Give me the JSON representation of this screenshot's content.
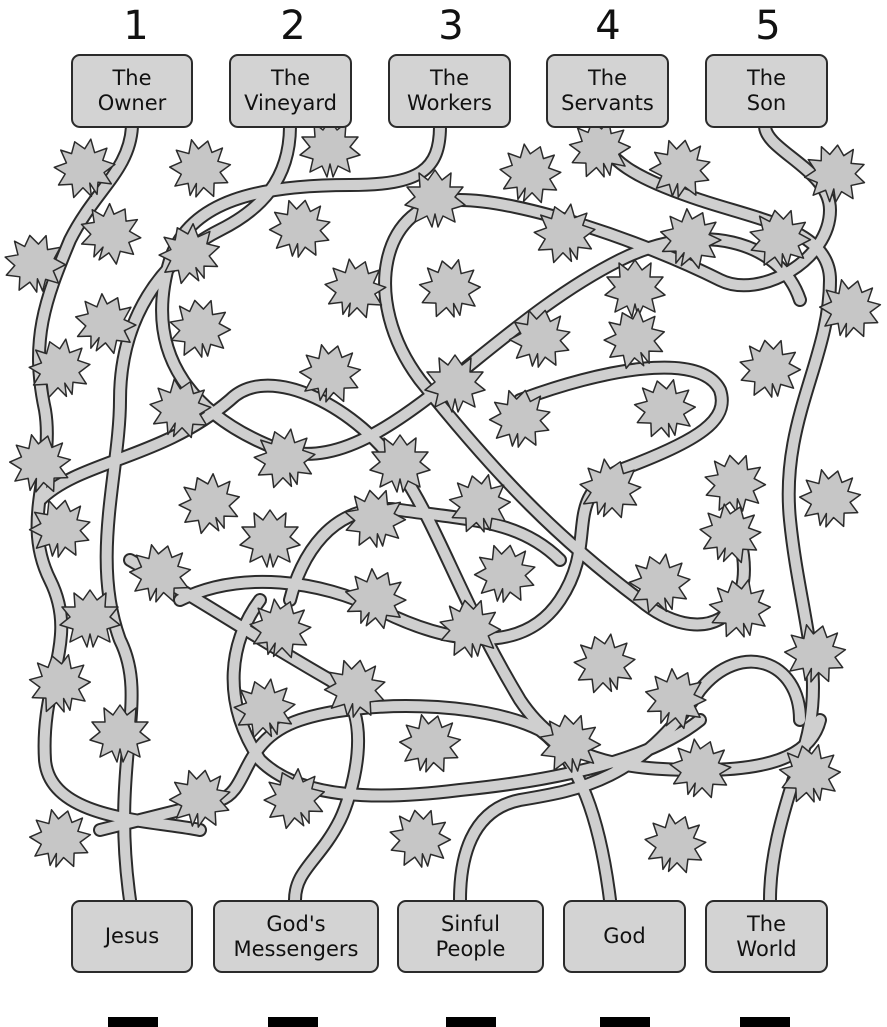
{
  "numbers": [
    "1",
    "2",
    "3",
    "4",
    "5"
  ],
  "top_labels": [
    "The\nOwner",
    "The\nVineyard",
    "The\nWorkers",
    "The\nServants",
    "The\nSon"
  ],
  "bottom_labels": [
    "Jesus",
    "God's\nMessengers",
    "Sinful\nPeople",
    "God",
    "The\nWorld"
  ],
  "answer_blanks": 5,
  "colors": {
    "box_fill": "#d3d3d3",
    "leaf_fill": "#c6c6c6",
    "vine_fill": "#cfcfcf",
    "outline": "#2b2b2b"
  },
  "decoration": "grape-leaf-vine-maze"
}
